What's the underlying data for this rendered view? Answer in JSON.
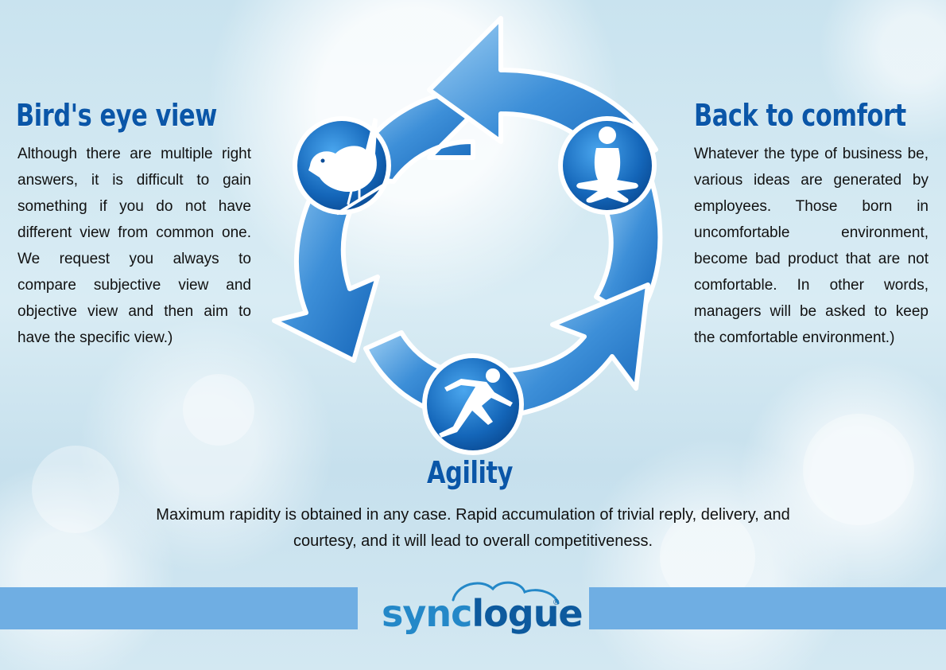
{
  "sections": {
    "left": {
      "title": "Bird's eye view",
      "body": "Although there are multiple right answers, it is difficult to gain something if you do not have different view from common one. We request you always to compare subjective view and objective view and then aim to have the specific view.)",
      "icon": "bird-icon"
    },
    "right": {
      "title": "Back to comfort",
      "body": "Whatever the type of business be, various ideas are generated by employees. Those born in uncomfortable environment, become bad product that are not comfortable. In other words, managers will be asked to keep the comfortable environment.)",
      "icon": "meditation-icon"
    },
    "bottom": {
      "title": "Agility",
      "body": "Maximum rapidity is obtained in any case. Rapid accumulation of trivial reply, delivery, and courtesy, and it will lead to overall competitiveness.",
      "icon": "runner-icon"
    }
  },
  "logo": {
    "part1": "sync",
    "part2": "logue",
    "registered": "®"
  },
  "colors": {
    "heading": "#0a56a8",
    "arrow_light": "#8fc6ef",
    "arrow_dark": "#1565b8",
    "band": "#6faee3",
    "logo_light": "#2488c8",
    "logo_dark": "#0d5a9e"
  }
}
